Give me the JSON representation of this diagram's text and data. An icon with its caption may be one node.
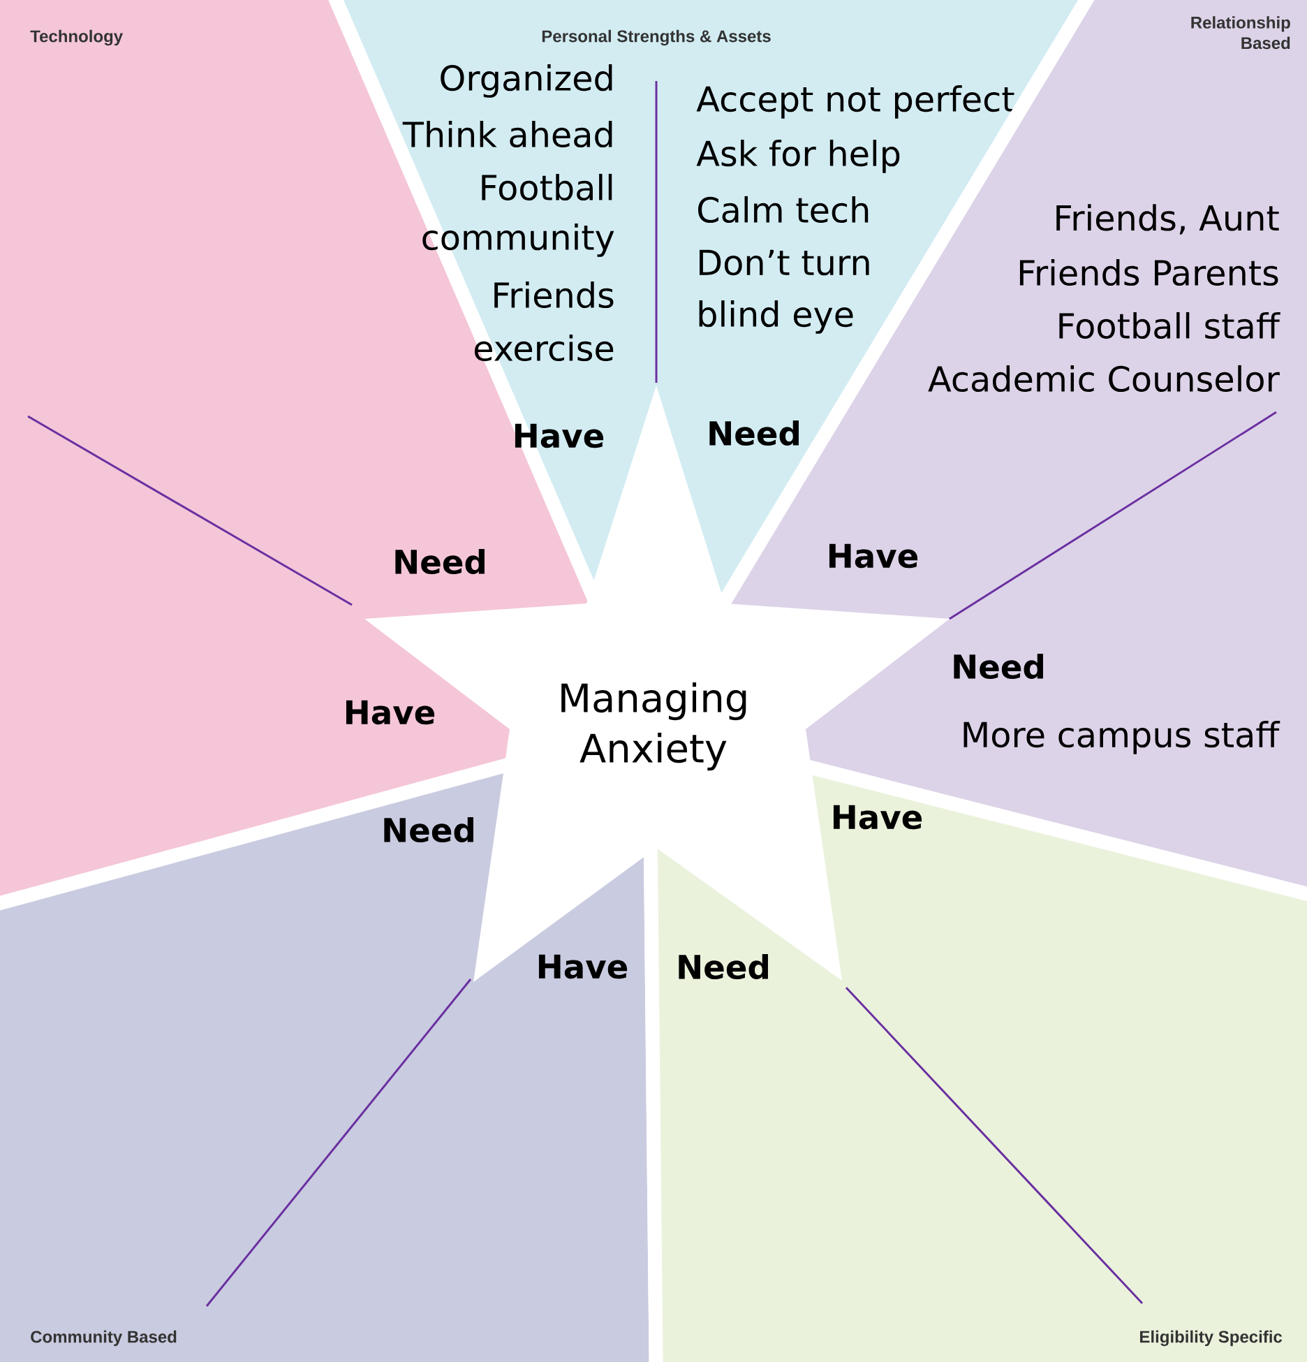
{
  "diagram": {
    "nodes": [
      {
        "text": [
          "Technology",
          "Need",
          "Have"
        ]
      },
      {
        "text": [
          "Personal Strengths & Assets",
          "Organized",
          "Think ahead",
          "Football",
          "community",
          "Friends",
          "exercise",
          "Accept not perfect",
          "Ask for help",
          "Calm tech",
          "Don’t turn",
          "blind eye",
          "Have",
          "Need"
        ]
      },
      {
        "text": [
          "Relationship Based",
          "Friends, Aunt",
          "Friends Parents",
          "Football staff",
          "Academic Counselor",
          "Have",
          "Need",
          "More campus staff"
        ]
      },
      {
        "text": [
          "Community Based",
          "Need",
          "Have"
        ]
      },
      {
        "text": [
          "Eligibility Specific",
          "Have",
          "Need"
        ]
      },
      {
        "text": [
          "Managing Anxiety"
        ]
      }
    ]
  }
}
